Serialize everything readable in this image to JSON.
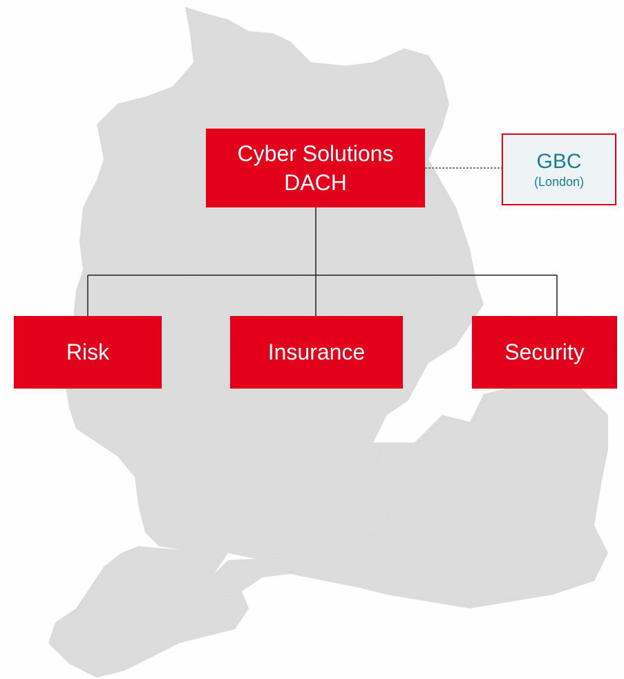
{
  "colors": {
    "accent": "#e3001b",
    "teal": "#1a7f95",
    "map_fill": "#dcdcdc",
    "connector": "#222222"
  },
  "map": {
    "icon": "dach-region-map-silhouette"
  },
  "org": {
    "top": {
      "line1": "Cyber Solutions",
      "line2": "DACH"
    },
    "gbc": {
      "title": "GBC",
      "subtitle": "(London)"
    },
    "children": [
      "Risk",
      "Insurance",
      "Security"
    ]
  }
}
